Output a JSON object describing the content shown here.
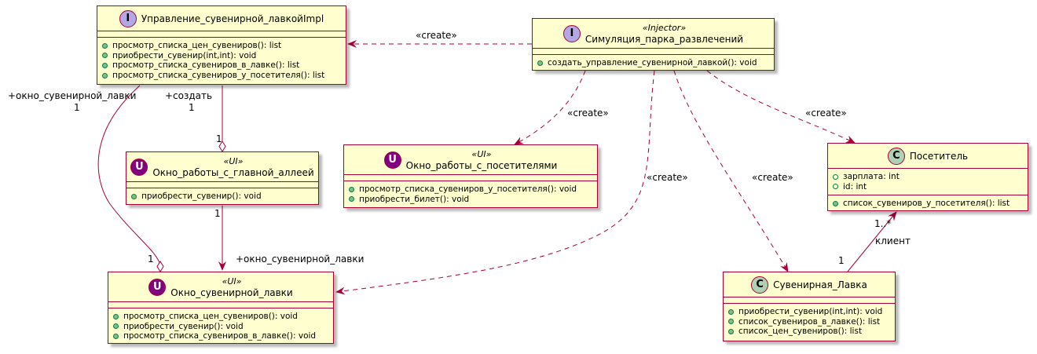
{
  "classes": {
    "upravlenie": {
      "badge": "I",
      "stereotype": "",
      "name": "Управление_сувенирной_лавкойImpl",
      "fields": [],
      "methods": [
        "просмотр_списка_цен_сувениров(): list",
        "приобрести_сувенир(int,int): void",
        "просмотр_списка_сувениров_в_лавке(): list",
        "просмотр_списка_сувениров_у_посетителя(): list"
      ]
    },
    "simulyaciya": {
      "badge": "I",
      "stereotype": "«Injector»",
      "name": "Симуляция_парка_развлечений",
      "fields": [],
      "methods": [
        "создать_управление_сувенирной_лавкой(): void"
      ]
    },
    "okno_alleya": {
      "badge": "U",
      "stereotype": "«UI»",
      "name": "Окно_работы_с_главной_аллеей",
      "fields": [],
      "methods": [
        "приобрести_сувенир(): void"
      ]
    },
    "okno_posetiteli": {
      "badge": "U",
      "stereotype": "«UI»",
      "name": "Окно_работы_с_посетителями",
      "fields": [],
      "methods": [
        "просмотр_списка_сувениров_у_посетителя(): void",
        "приобрести_билет(): void"
      ]
    },
    "posetitel": {
      "badge": "C",
      "stereotype": "",
      "name": "Посетитель",
      "fields": [
        "зарплата: int",
        "id: int"
      ],
      "methods": [
        "список_сувениров_у_посетителя(): list"
      ]
    },
    "okno_lavki": {
      "badge": "U",
      "stereotype": "«UI»",
      "name": "Окно_сувенирной_лавки",
      "fields": [],
      "methods": [
        "просмотр_списка_цен_сувениров(): void",
        "приобрести_сувенир(): void",
        "просмотр_списка_сувениров_в_лавке(): void"
      ]
    },
    "lavka": {
      "badge": "C",
      "stereotype": "",
      "name": "Сувенирная_Лавка",
      "fields": [],
      "methods": [
        "приобрести_сувенир(int,int): void",
        "список_сувениров_в_лавке(): list",
        "список_цен_сувениров(): list"
      ]
    }
  },
  "edge_labels": {
    "create_upravlenie": "«create»",
    "create_posetiteli": "«create»",
    "create_okno_lavki": "«create»",
    "create_lavka": "«create»",
    "create_posetitel": "«create»",
    "role_okno_lavki_top": "+окно_сувенирной_лавки",
    "mult_okno_lavki_top": "1",
    "role_sozdat": "+создать",
    "mult_sozdat": "1",
    "mult_alleya_agg": "1",
    "mult_alleya_out": "1",
    "role_okno_lavki_right": "+окно_сувенирной_лавки",
    "mult_okno_lavki_agg": "1",
    "mult_posetitel": "1..*",
    "role_klient": "клиент",
    "mult_lavka": "1"
  },
  "colors": {
    "border": "#A80036",
    "fill": "#FEFECE",
    "interface_badge": "#B4A7E5",
    "ui_badge": "#800080",
    "class_badge": "#ADD1B2",
    "method_dot": "#84BE84"
  }
}
